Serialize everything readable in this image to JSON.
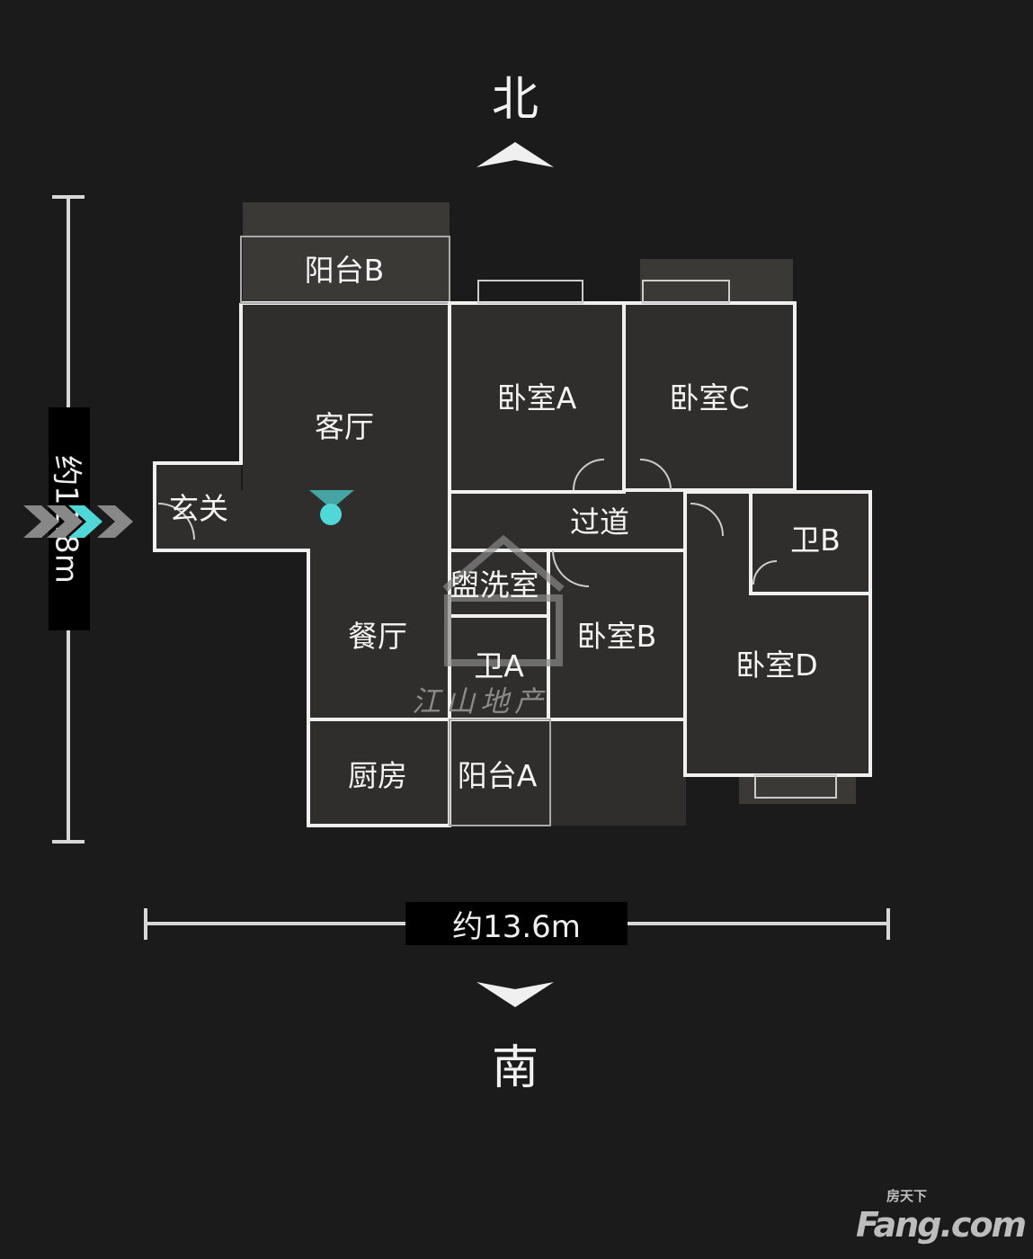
{
  "compass": {
    "north": "北",
    "south": "南"
  },
  "dimensions": {
    "width_label": "约13.6m",
    "height_label": "约11.8m"
  },
  "rooms": {
    "balcony_b": "阳台B",
    "living_room": "客厅",
    "bedroom_a": "卧室A",
    "bedroom_c": "卧室C",
    "entrance": "玄关",
    "corridor": "过道",
    "bathroom_b": "卫B",
    "washroom": "盥洗室",
    "dining_room": "餐厅",
    "bedroom_b": "卧室B",
    "bathroom_a": "卫A",
    "bedroom_d": "卧室D",
    "kitchen": "厨房",
    "balcony_a": "阳台A"
  },
  "watermark": {
    "text": "江山地产",
    "brand_cn": "房天下",
    "brand": "Fang.com"
  },
  "colors": {
    "background": "#1b1b1b",
    "marker": "#4fd8d8",
    "wall": "#f0f0f0"
  }
}
